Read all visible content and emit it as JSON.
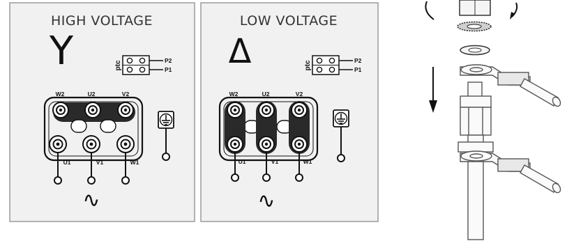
{
  "panels": [
    {
      "id": "high",
      "title": "HIGH VOLTAGE",
      "symbol": "Y",
      "connection": "star",
      "top_terminals": [
        "W2",
        "U2",
        "V2"
      ],
      "bottom_terminals": [
        "U1",
        "V1",
        "W1"
      ],
      "ptc": {
        "label": "ptc",
        "pins": [
          "P2",
          "P1"
        ]
      },
      "ground_icon": "ground-icon",
      "ac_symbol": "∿"
    },
    {
      "id": "low",
      "title": "LOW VOLTAGE",
      "symbol": "Δ",
      "connection": "delta",
      "top_terminals": [
        "W2",
        "U2",
        "V2"
      ],
      "bottom_terminals": [
        "U1",
        "V1",
        "W1"
      ],
      "ptc": {
        "label": "ptc",
        "pins": [
          "P2",
          "P1"
        ]
      },
      "ground_icon": "ground-icon",
      "ac_symbol": "∿"
    }
  ],
  "assembly": {
    "parts": [
      "nut",
      "lock-washer",
      "flat-washer",
      "cable-lug",
      "hex-nut",
      "cable-lug",
      "terminal-stud"
    ],
    "icons": [
      "rotation-arrow-icon",
      "down-arrow-icon"
    ]
  },
  "colors": {
    "line": "#111111",
    "panel_bg": "#f1f1f1",
    "border": "#9a9a9a",
    "bridge": "#2a2a2a"
  }
}
